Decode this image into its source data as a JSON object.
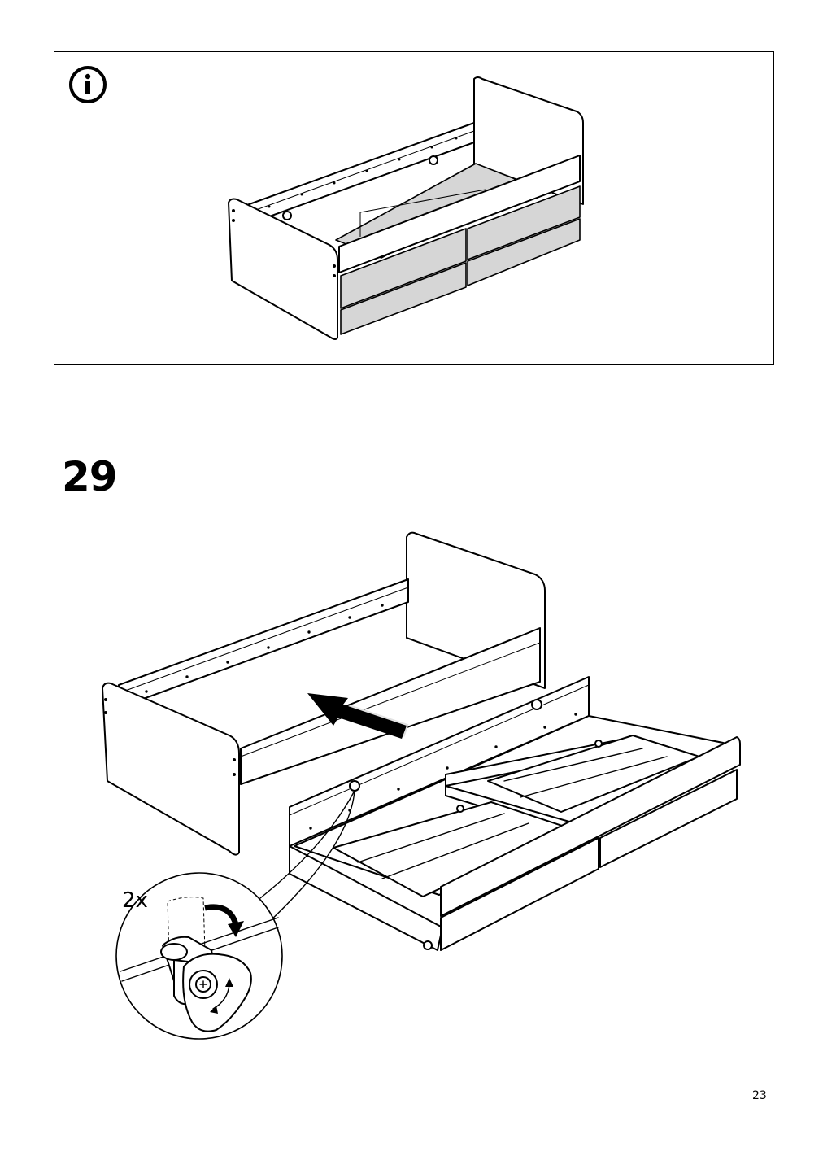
{
  "info_panel": {
    "icon": "info-icon"
  },
  "step": {
    "number": "29",
    "quantity_label": "2x",
    "direction_icon": "push-arrow-icon",
    "rotation_icon": "rotate-arrow-icon"
  },
  "footer": {
    "page_number": "23"
  }
}
